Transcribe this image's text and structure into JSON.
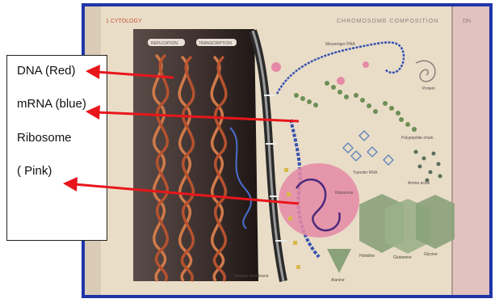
{
  "labels": {
    "dna": "DNA (Red)",
    "mrna": "mRNA (blue)",
    "ribosome": "Ribosome",
    "pink": "( Pink)"
  },
  "book_page": {
    "section": "1  CYTOLOGY",
    "title": "CHROMOSOME COMPOSITION",
    "edge_text": "DN",
    "tags": [
      "REPLICATION",
      "TRANSCRIPTION"
    ],
    "captions": {
      "messenger": "Messenger RNA",
      "protein": "Protein",
      "polypeptide": "Polypeptide chain",
      "transfer": "Transfer RNA",
      "ribosome": "Ribosome",
      "amino": "Amino acids",
      "histidine": "Histidine",
      "glutamine": "Glutamine",
      "glycine": "Glycine",
      "alanine": "Alanine",
      "nuclear": "Nuclear membrane"
    }
  },
  "colors": {
    "frame": "#1f35a8",
    "arrow": "#e8161b",
    "page": "#e7dcc8",
    "dna_strand": "#c8643a",
    "mrna": "#2f4fa8",
    "ribosome": "#e58aa6"
  }
}
